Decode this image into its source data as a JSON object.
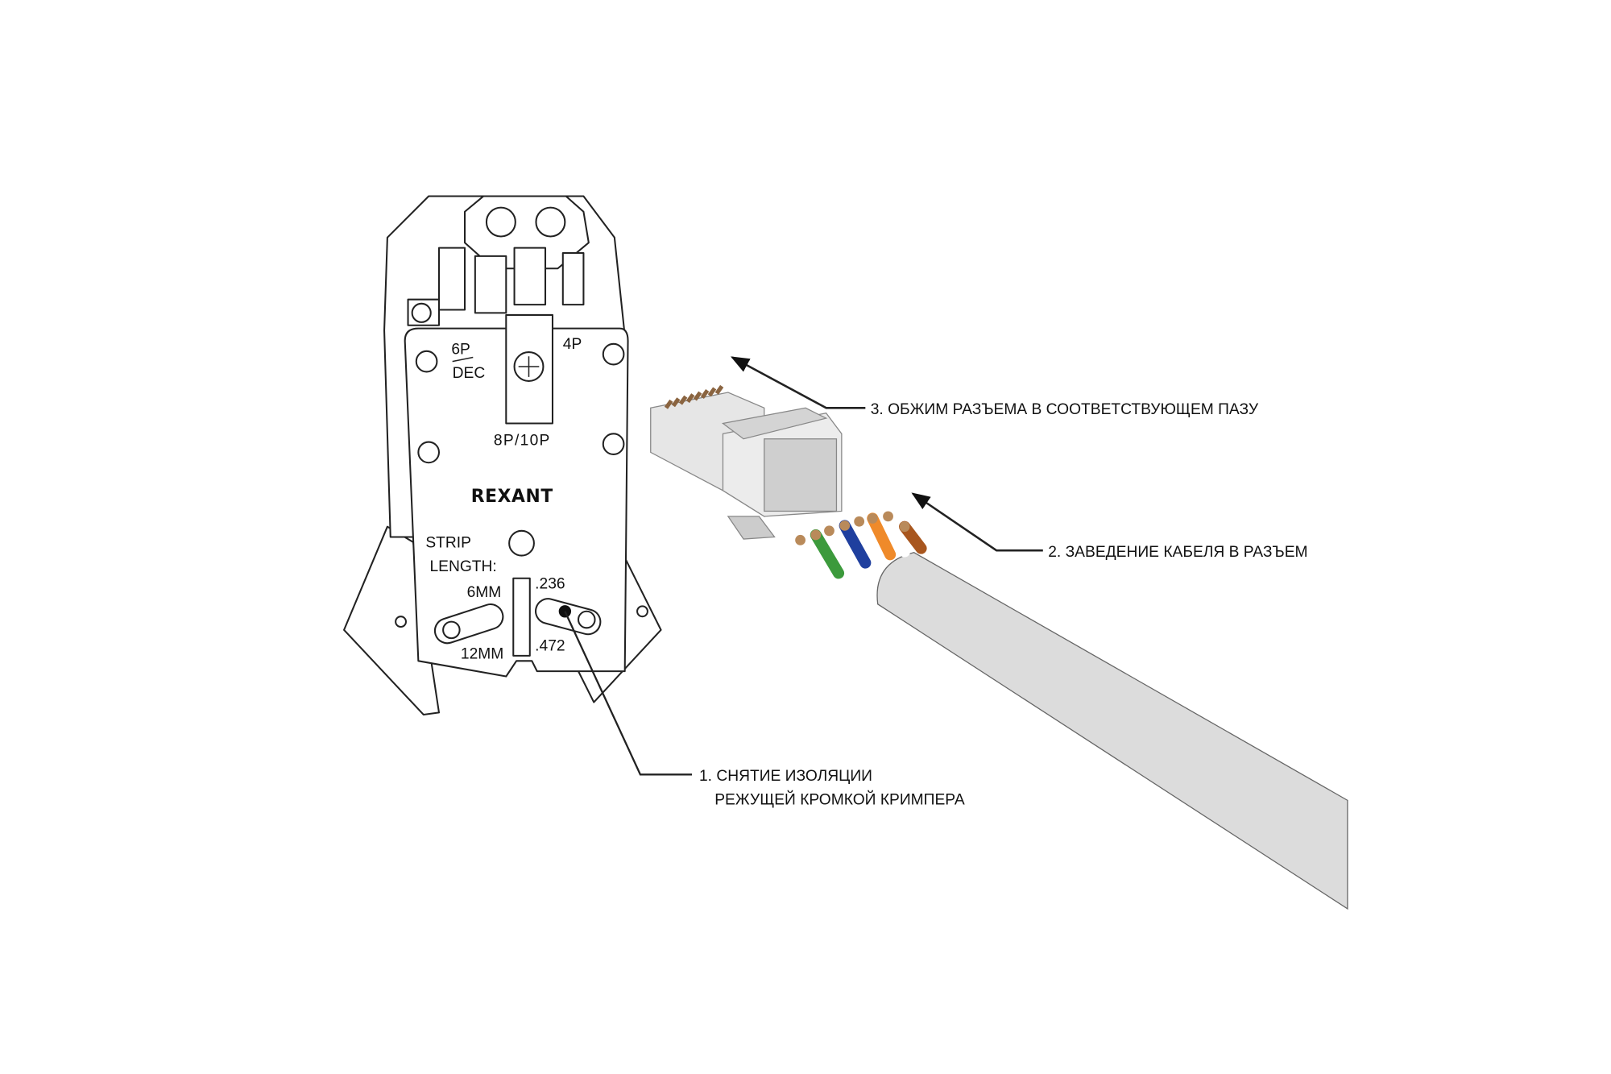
{
  "crimper": {
    "brand": "REXANT",
    "die_labels": {
      "six_p": "6P",
      "dec": "DEC",
      "four_p": "4P",
      "eight_p": "8P/10P"
    },
    "strip_label_1": "STRIP",
    "strip_label_2": "LENGTH:",
    "mm_6": "6MM",
    "mm_12": "12MM",
    "in_236": ".236",
    "in_472": ".472"
  },
  "steps": [
    {
      "line1": "1. СНЯТИЕ ИЗОЛЯЦИИ",
      "line2": "РЕЖУЩЕЙ КРОМКОЙ КРИМПЕРА"
    },
    {
      "line1": "2. ЗАВЕДЕНИЕ КАБЕЛЯ В РАЗЪЕМ"
    },
    {
      "line1": "3. ОБЖИМ РАЗЪЕМА В СООТВЕТСТВУЮЩЕМ ПАЗУ"
    }
  ],
  "colors": {
    "cable": "#dcdcdc",
    "connector": "#e6e6e6",
    "wire_green": "#3c9a3c",
    "wire_blue": "#1f3f9e",
    "wire_orange": "#ef8a2a",
    "wire_brown": "#a8561e",
    "copper": "#b98a5a"
  }
}
